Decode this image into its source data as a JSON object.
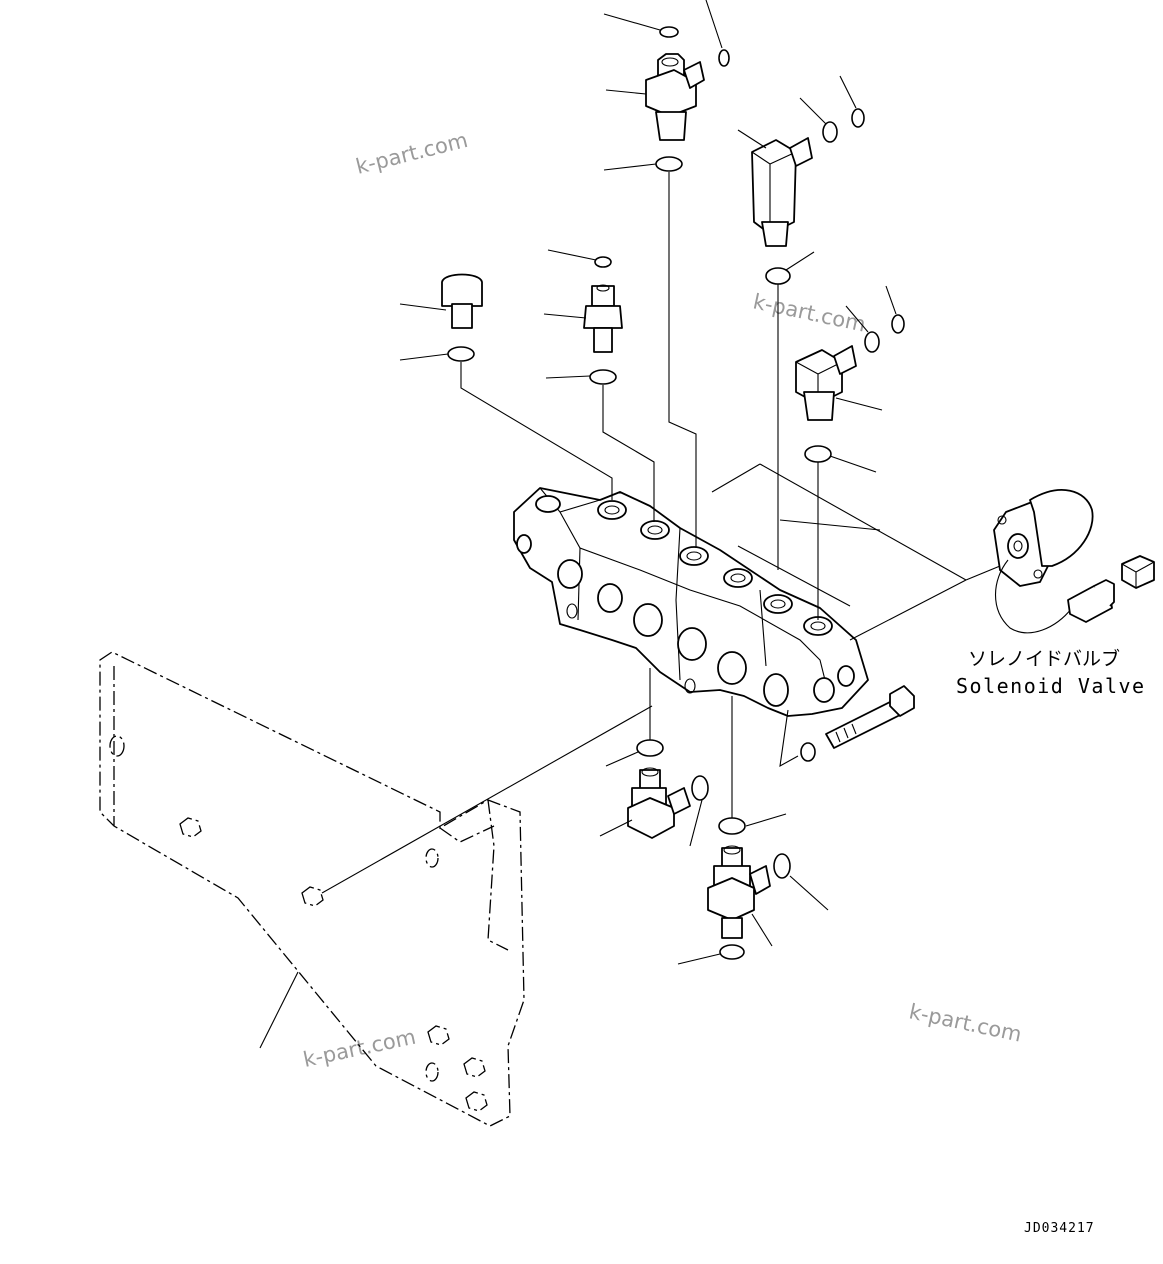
{
  "labels": {
    "solenoid_jp": "ソレノイドバルブ",
    "solenoid_en": "Solenoid Valve"
  },
  "watermarks": [
    "k-part.com",
    "k-part.com",
    "k-part.com",
    "k-part.com"
  ],
  "drawing_code": "JD034217"
}
